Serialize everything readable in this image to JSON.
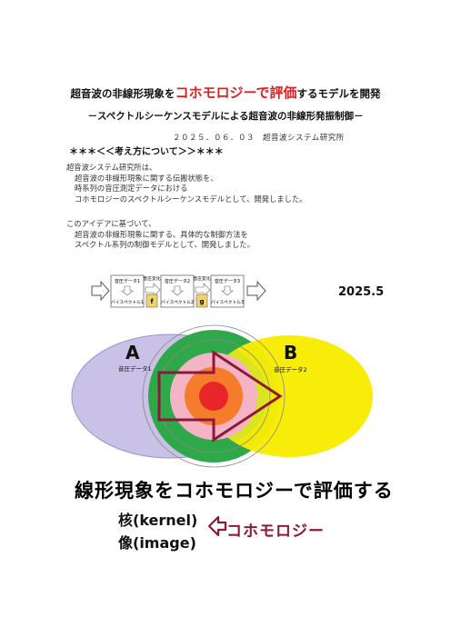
{
  "header": {
    "title_pre": "超音波の非線形現象を",
    "title_highlight": "コホモロジーで評価",
    "title_post": "するモデルを開発",
    "subtitle": "－スペクトルシーケンスモデルによる超音波の非線形発振制御－",
    "date_line": "２０２５．０６．０３　超音波システム研究所"
  },
  "section": {
    "heading": "＊＊＊＜＜考え方について＞＞＊＊＊"
  },
  "paragraph1": {
    "lines": [
      "超音波システム研究所は、",
      "超音波の非線形現象に関する伝搬状態を、",
      "時系列の音圧測定データにおける",
      "コホモロジーのスペクトルシーケンスモデルとして、開発しました。"
    ]
  },
  "paragraph2": {
    "lines": [
      "このアイデアに基づいて、",
      "超音波の非線形現象に関する、具体的な制御方法を",
      "スペクトル系列の制御モデルとして、開発しました。"
    ]
  },
  "diagram": {
    "year": "2025.5",
    "boxes": [
      {
        "top": "音圧データ1",
        "bottom": "バイスペクトル1"
      },
      {
        "top": "音圧データ2",
        "bottom": "バイスペクトル2"
      },
      {
        "top": "音圧データ3",
        "bottom": "バイスペクトル3"
      }
    ],
    "map_labels": [
      {
        "top": "音圧変化",
        "letter": "f"
      },
      {
        "top": "音圧変化",
        "letter": "g"
      }
    ],
    "set_a": {
      "letter": "A",
      "label": "音圧データ1"
    },
    "set_b": {
      "letter": "B",
      "label": "音圧データ2"
    },
    "colors": {
      "purple": "#c9c2e6",
      "green": "#2fa84a",
      "yellow": "#f8ec00",
      "pink": "#f5b3c6",
      "orange": "#f57c2a",
      "red": "#e8262a",
      "arrow": "#8b1a3a"
    }
  },
  "bottom": {
    "title": "線形現象をコホモロジーで評価する",
    "kernel": "核(kernel)",
    "image": "像(image)",
    "cohomology_label": "コホモロジー"
  }
}
